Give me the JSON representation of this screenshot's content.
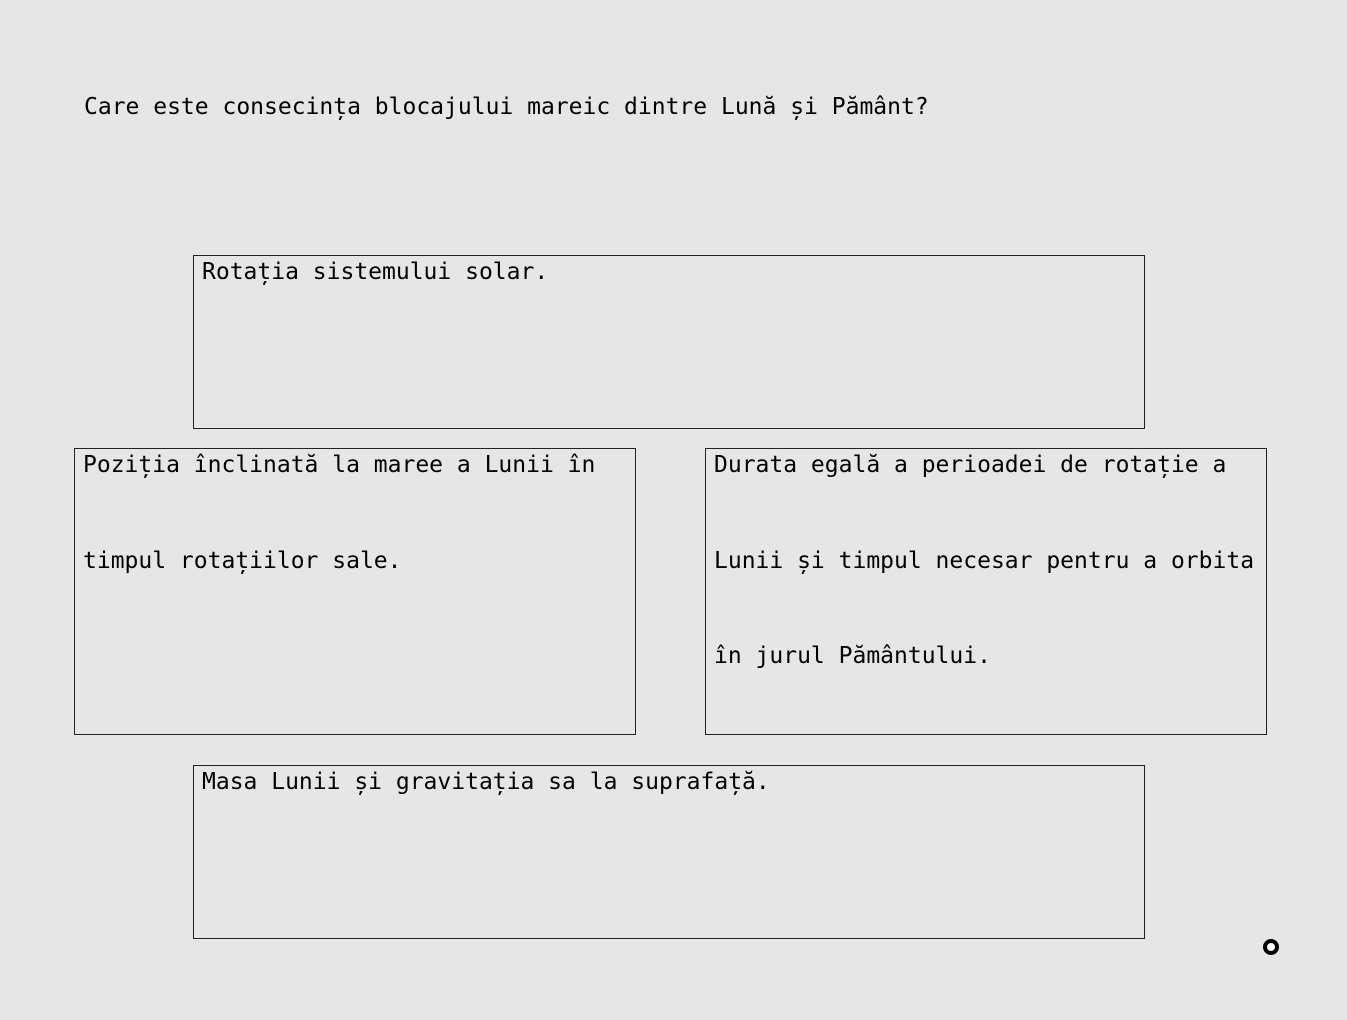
{
  "question": {
    "text": "Care este consecința blocajului mareic dintre Lună și Pământ?"
  },
  "answers": [
    {
      "text": "Rotația sistemului solar."
    },
    {
      "text": "Poziția înclinată la maree a Lunii în timpul rotațiilor sale."
    },
    {
      "text": "Durata egală a perioadei de rotație a Lunii și timpul necesar pentru a orbita în jurul Pământului."
    },
    {
      "text": "Masa Lunii și gravitația sa la suprafață."
    }
  ],
  "cursor": {
    "icon": "cursor-ring-icon"
  }
}
